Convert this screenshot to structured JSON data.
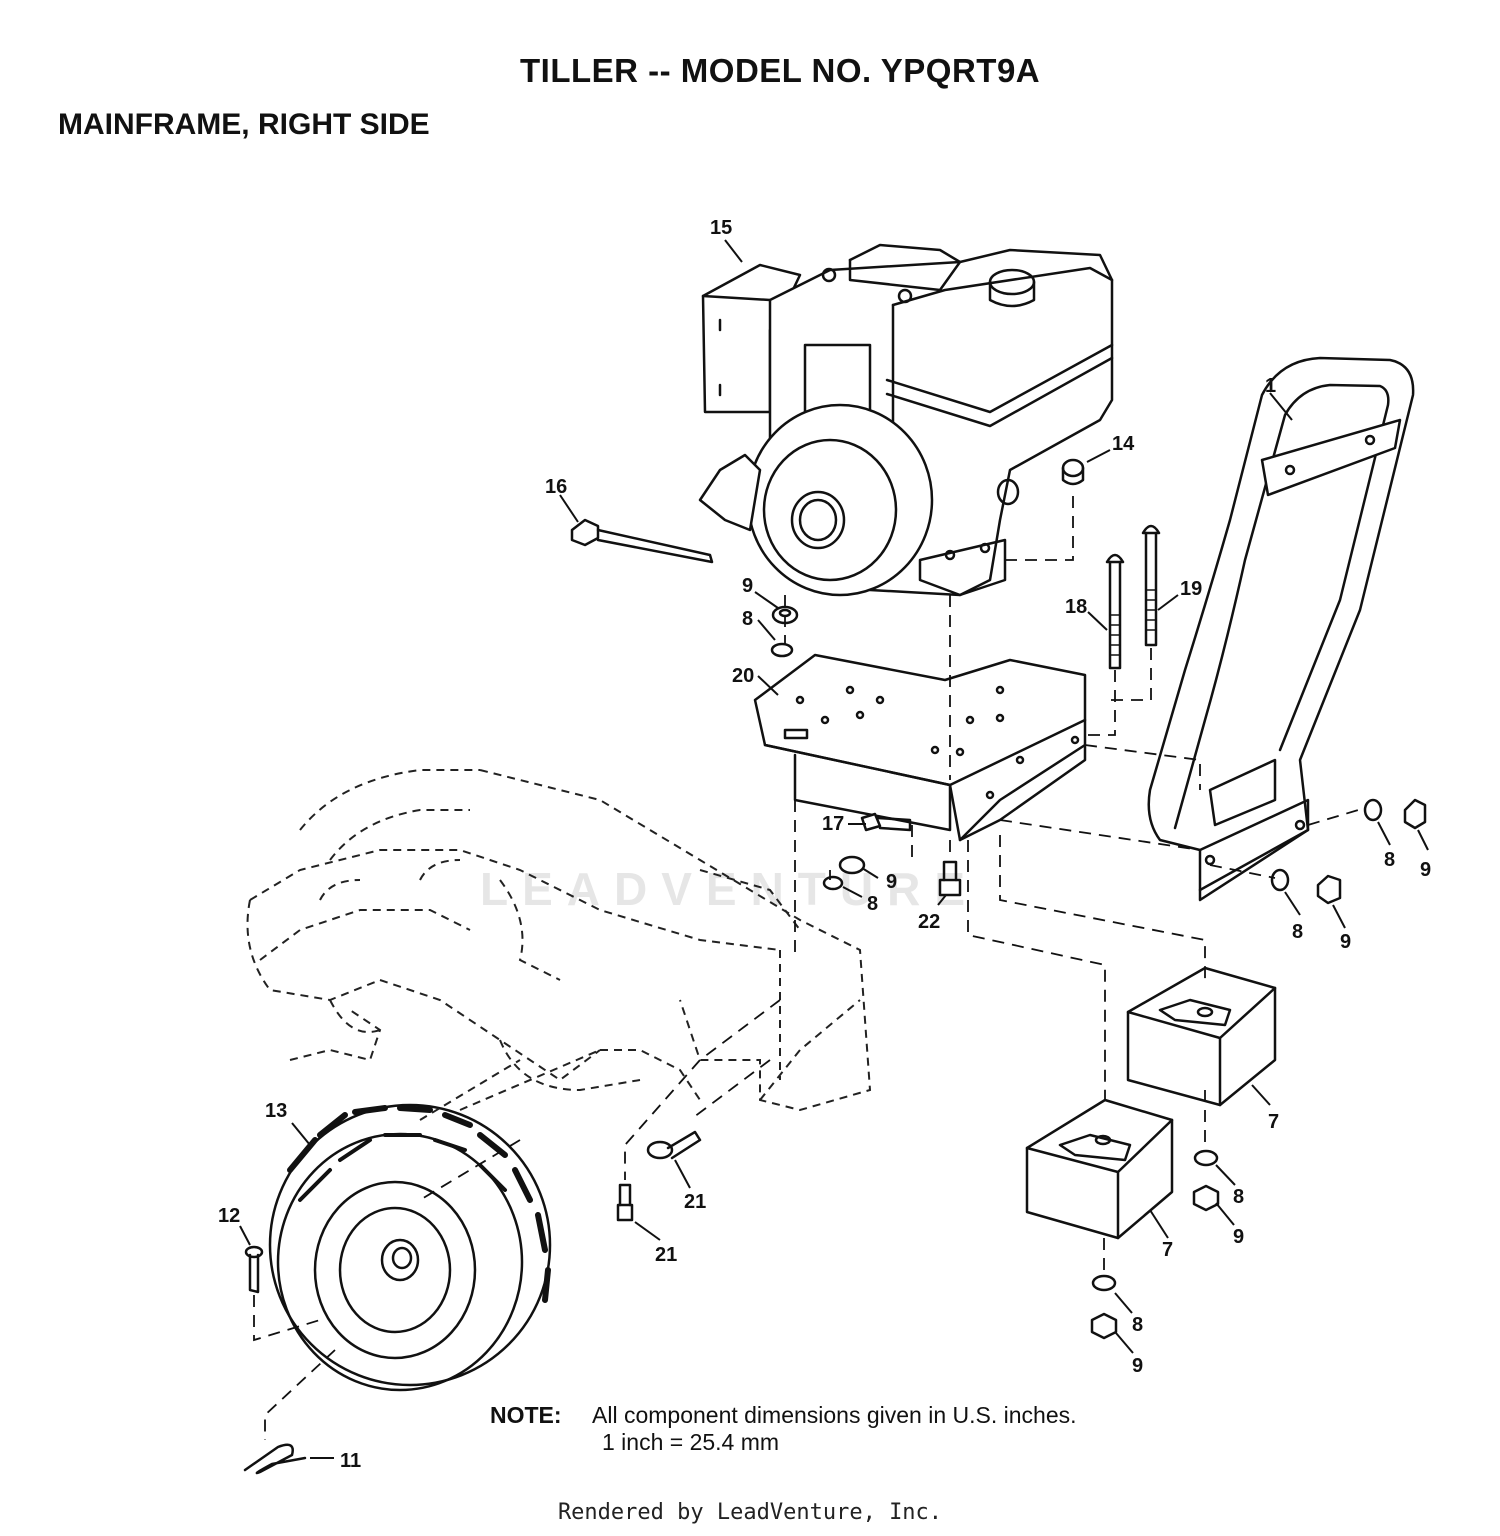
{
  "title": "TILLER -- MODEL NO. YPQRT9A",
  "subtitle": "MAINFRAME, RIGHT SIDE",
  "watermark": "LEADVENTURE",
  "note": {
    "label": "NOTE:",
    "line1": "All component dimensions given in U.S. inches.",
    "line2": "1 inch = 25.4 mm"
  },
  "footer": "Rendered by LeadVenture, Inc.",
  "callouts": [
    {
      "id": "c15",
      "text": "15"
    },
    {
      "id": "c1",
      "text": "1"
    },
    {
      "id": "c14",
      "text": "14"
    },
    {
      "id": "c16",
      "text": "16"
    },
    {
      "id": "c9a",
      "text": "9"
    },
    {
      "id": "c8a",
      "text": "8"
    },
    {
      "id": "c18",
      "text": "18"
    },
    {
      "id": "c19",
      "text": "19"
    },
    {
      "id": "c20",
      "text": "20"
    },
    {
      "id": "c17",
      "text": "17"
    },
    {
      "id": "c9b",
      "text": "9"
    },
    {
      "id": "c8b",
      "text": "8"
    },
    {
      "id": "c22",
      "text": "22"
    },
    {
      "id": "c8c",
      "text": "8"
    },
    {
      "id": "c9c",
      "text": "9"
    },
    {
      "id": "c8d",
      "text": "8"
    },
    {
      "id": "c9d",
      "text": "9"
    },
    {
      "id": "c7a",
      "text": "7"
    },
    {
      "id": "c7b",
      "text": "7"
    },
    {
      "id": "c8e",
      "text": "8"
    },
    {
      "id": "c9e",
      "text": "9"
    },
    {
      "id": "c13",
      "text": "13"
    },
    {
      "id": "c21a",
      "text": "21"
    },
    {
      "id": "c21b",
      "text": "21"
    },
    {
      "id": "c12",
      "text": "12"
    },
    {
      "id": "c8f",
      "text": "8"
    },
    {
      "id": "c9f",
      "text": "9"
    },
    {
      "id": "c11",
      "text": "11"
    }
  ]
}
